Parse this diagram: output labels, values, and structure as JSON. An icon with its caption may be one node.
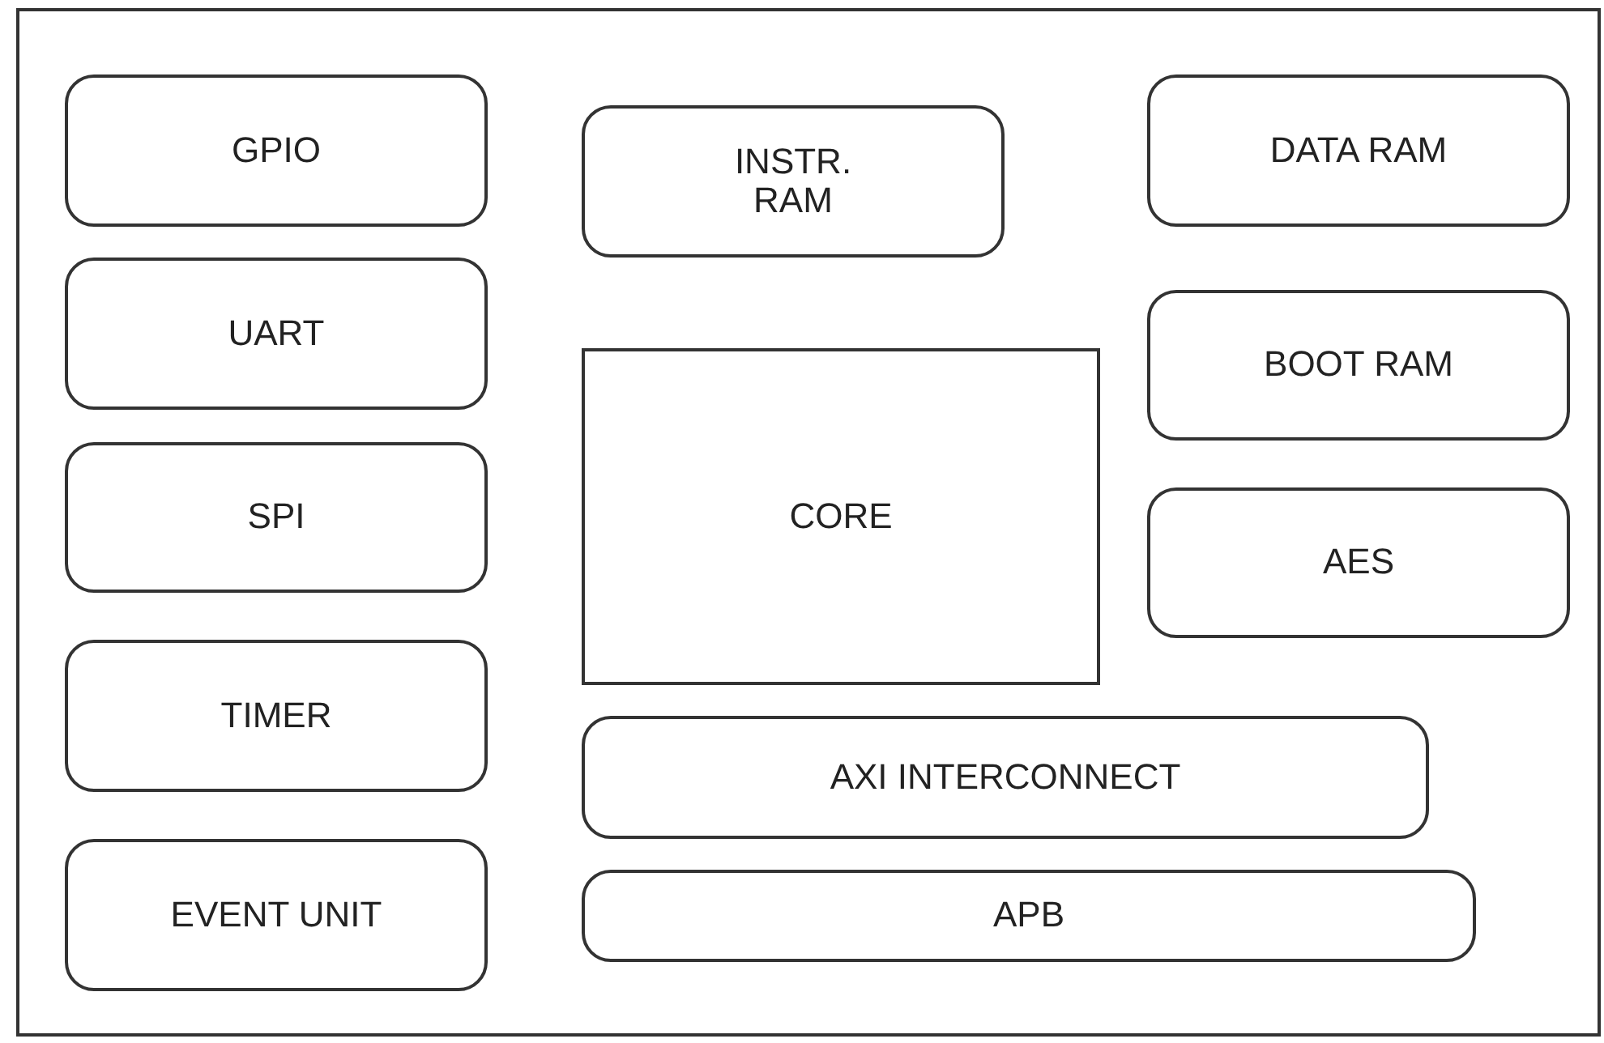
{
  "diagram": {
    "nodes": [
      {
        "text": [],
        "shape": "box"
      },
      {
        "text": [
          "GPIO"
        ],
        "in": 0
      },
      {
        "text": [
          "INSTR. RAM"
        ],
        "in": 0
      },
      {
        "text": [
          "DATA RAM"
        ],
        "in": 0
      },
      {
        "text": [
          "UART"
        ],
        "in": 0
      },
      {
        "text": [
          "BOOT RAM"
        ],
        "in": 0
      },
      {
        "text": [
          "CORE"
        ],
        "in": 0
      },
      {
        "text": [
          "SPI"
        ],
        "in": 0
      },
      {
        "text": [
          "AES"
        ],
        "in": 0
      },
      {
        "text": [
          "TIMER"
        ],
        "in": 0
      },
      {
        "text": [
          "AXI INTERCONNECT"
        ],
        "in": 0
      },
      {
        "text": [
          "EVENT UNIT"
        ],
        "in": 0
      },
      {
        "text": [
          "APB"
        ],
        "in": 0
      }
    ],
    "edges": []
  }
}
